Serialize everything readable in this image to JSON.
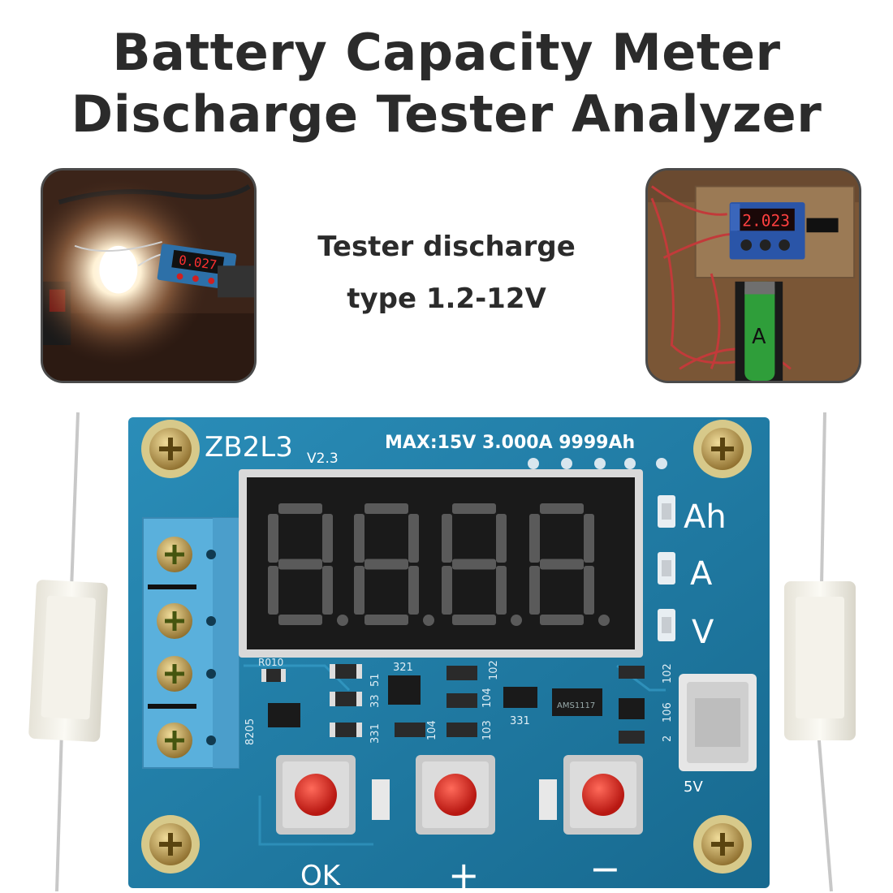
{
  "title": {
    "line1": "Battery Capacity Meter",
    "line2": "Discharge Tester Analyzer"
  },
  "subtitle": {
    "line1": "Tester discharge",
    "line2": "type 1.2-12V"
  },
  "photos": {
    "left_display": "0.027",
    "right_display": "2.023",
    "battery_mark": "A"
  },
  "board": {
    "model": "ZB2L3",
    "version": "V2.3",
    "specs": "MAX:15V  3.000A  9999Ah",
    "indicators": [
      "Ah",
      "A",
      "V"
    ],
    "buttons": [
      "OK",
      "+",
      "−"
    ],
    "usb_label": "5V",
    "silkscreen": [
      "R010",
      "8205",
      "321",
      "331",
      "331",
      "33",
      "51",
      "104",
      "104",
      "103",
      "102",
      "102",
      "106",
      "2",
      "104",
      "104",
      "AMS1117"
    ],
    "colors": {
      "pcb": "#1f7fa8",
      "terminal": "#5ab0dc",
      "button_cap": "#d9271f",
      "display_bg": "#1a1a1a"
    }
  }
}
